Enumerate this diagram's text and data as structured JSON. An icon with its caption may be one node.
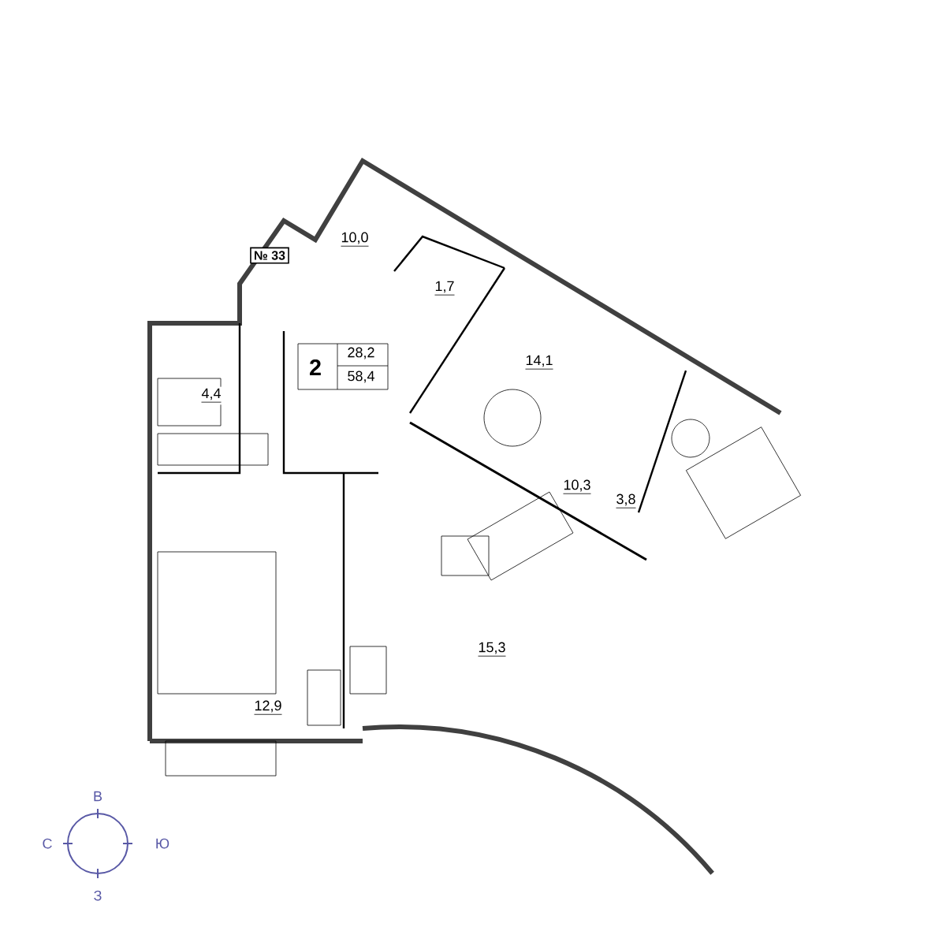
{
  "diagram": {
    "labels": [
      "№ 33",
      "10,0",
      "1,7",
      "2",
      "28,2",
      "58,4",
      "4,4",
      "14,1",
      "10,3",
      "3,8",
      "15,3",
      "12,9",
      "В",
      "С",
      "Ю",
      "З"
    ]
  }
}
